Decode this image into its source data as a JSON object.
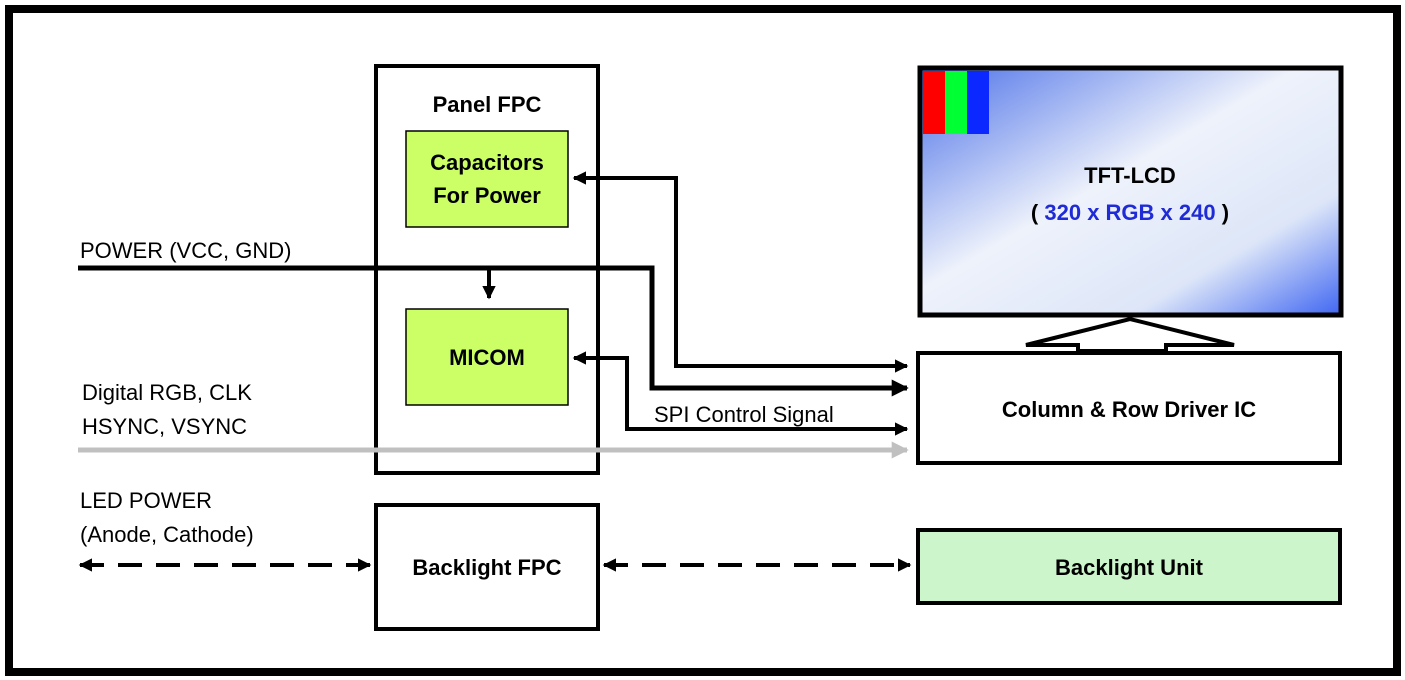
{
  "blocks": {
    "panel_fpc": "Panel FPC",
    "capacitors_line1": "Capacitors",
    "capacitors_line2": "For Power",
    "micom": "MICOM",
    "tft_title": "TFT-LCD",
    "tft_open": "(",
    "tft_resolution": "320 x RGB x 240",
    "tft_close": ")",
    "driver_ic": "Column & Row Driver IC",
    "backlight_fpc": "Backlight FPC",
    "backlight_unit": "Backlight Unit"
  },
  "signals": {
    "power": "POWER (VCC, GND)",
    "digital_line1": "Digital RGB, CLK",
    "digital_line2": "HSYNC, VSYNC",
    "spi": "SPI Control Signal",
    "led_line1": "LED POWER",
    "led_line2": "(Anode, Cathode)"
  },
  "colors": {
    "frame": "#000000",
    "chip_fill": "#ccff66",
    "backlight_unit_fill": "#ccf5cc",
    "rgb_signal_line": "#c0c0c0",
    "resolution_text": "#1f2bd6",
    "subpixel_red": "#ff0000",
    "subpixel_green": "#00ff33",
    "subpixel_blue": "#0a28ff"
  }
}
